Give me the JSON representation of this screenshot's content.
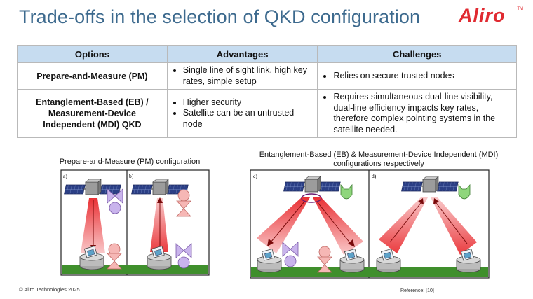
{
  "header": {
    "title": "Trade-offs in the selection of QKD configuration",
    "logo_text": "Aliro",
    "logo_tm": "TM"
  },
  "table": {
    "columns": [
      "Options",
      "Advantages",
      "Challenges"
    ],
    "rows": [
      {
        "option": "Prepare-and-Measure (PM)",
        "advantages": [
          "Single line of sight link, high key rates, simple setup"
        ],
        "challenges": [
          "Relies on secure trusted nodes"
        ]
      },
      {
        "option": "Entanglement-Based (EB) / Measurement-Device Independent (MDI) QKD",
        "advantages": [
          "Higher security",
          "Satellite can be an untrusted node"
        ],
        "challenges": [
          "Requires simultaneous dual-line visibility, dual-line efficiency impacts key rates, therefore complex pointing systems in the satellite needed."
        ]
      }
    ]
  },
  "figures": {
    "pm_caption": "Prepare-and-Measure (PM) configuration",
    "eb_caption": "Entanglement-Based (EB) & Measurement-Device Independent (MDI) configurations respectively",
    "panel_labels": [
      "a)",
      "b)",
      "c)",
      "d)"
    ]
  },
  "footer": {
    "copyright": "© Aliro Technologies 2025",
    "reference": "Reference: [10]"
  },
  "colors": {
    "title": "#3d6a8e",
    "header_fill": "#c6dcf0",
    "brand": "#e02a31",
    "beam": "#e8262a",
    "ground": "#3f8f2c",
    "alice": "#f6b7b5",
    "bob": "#c9b4ec",
    "relay": "#8fd67c"
  }
}
